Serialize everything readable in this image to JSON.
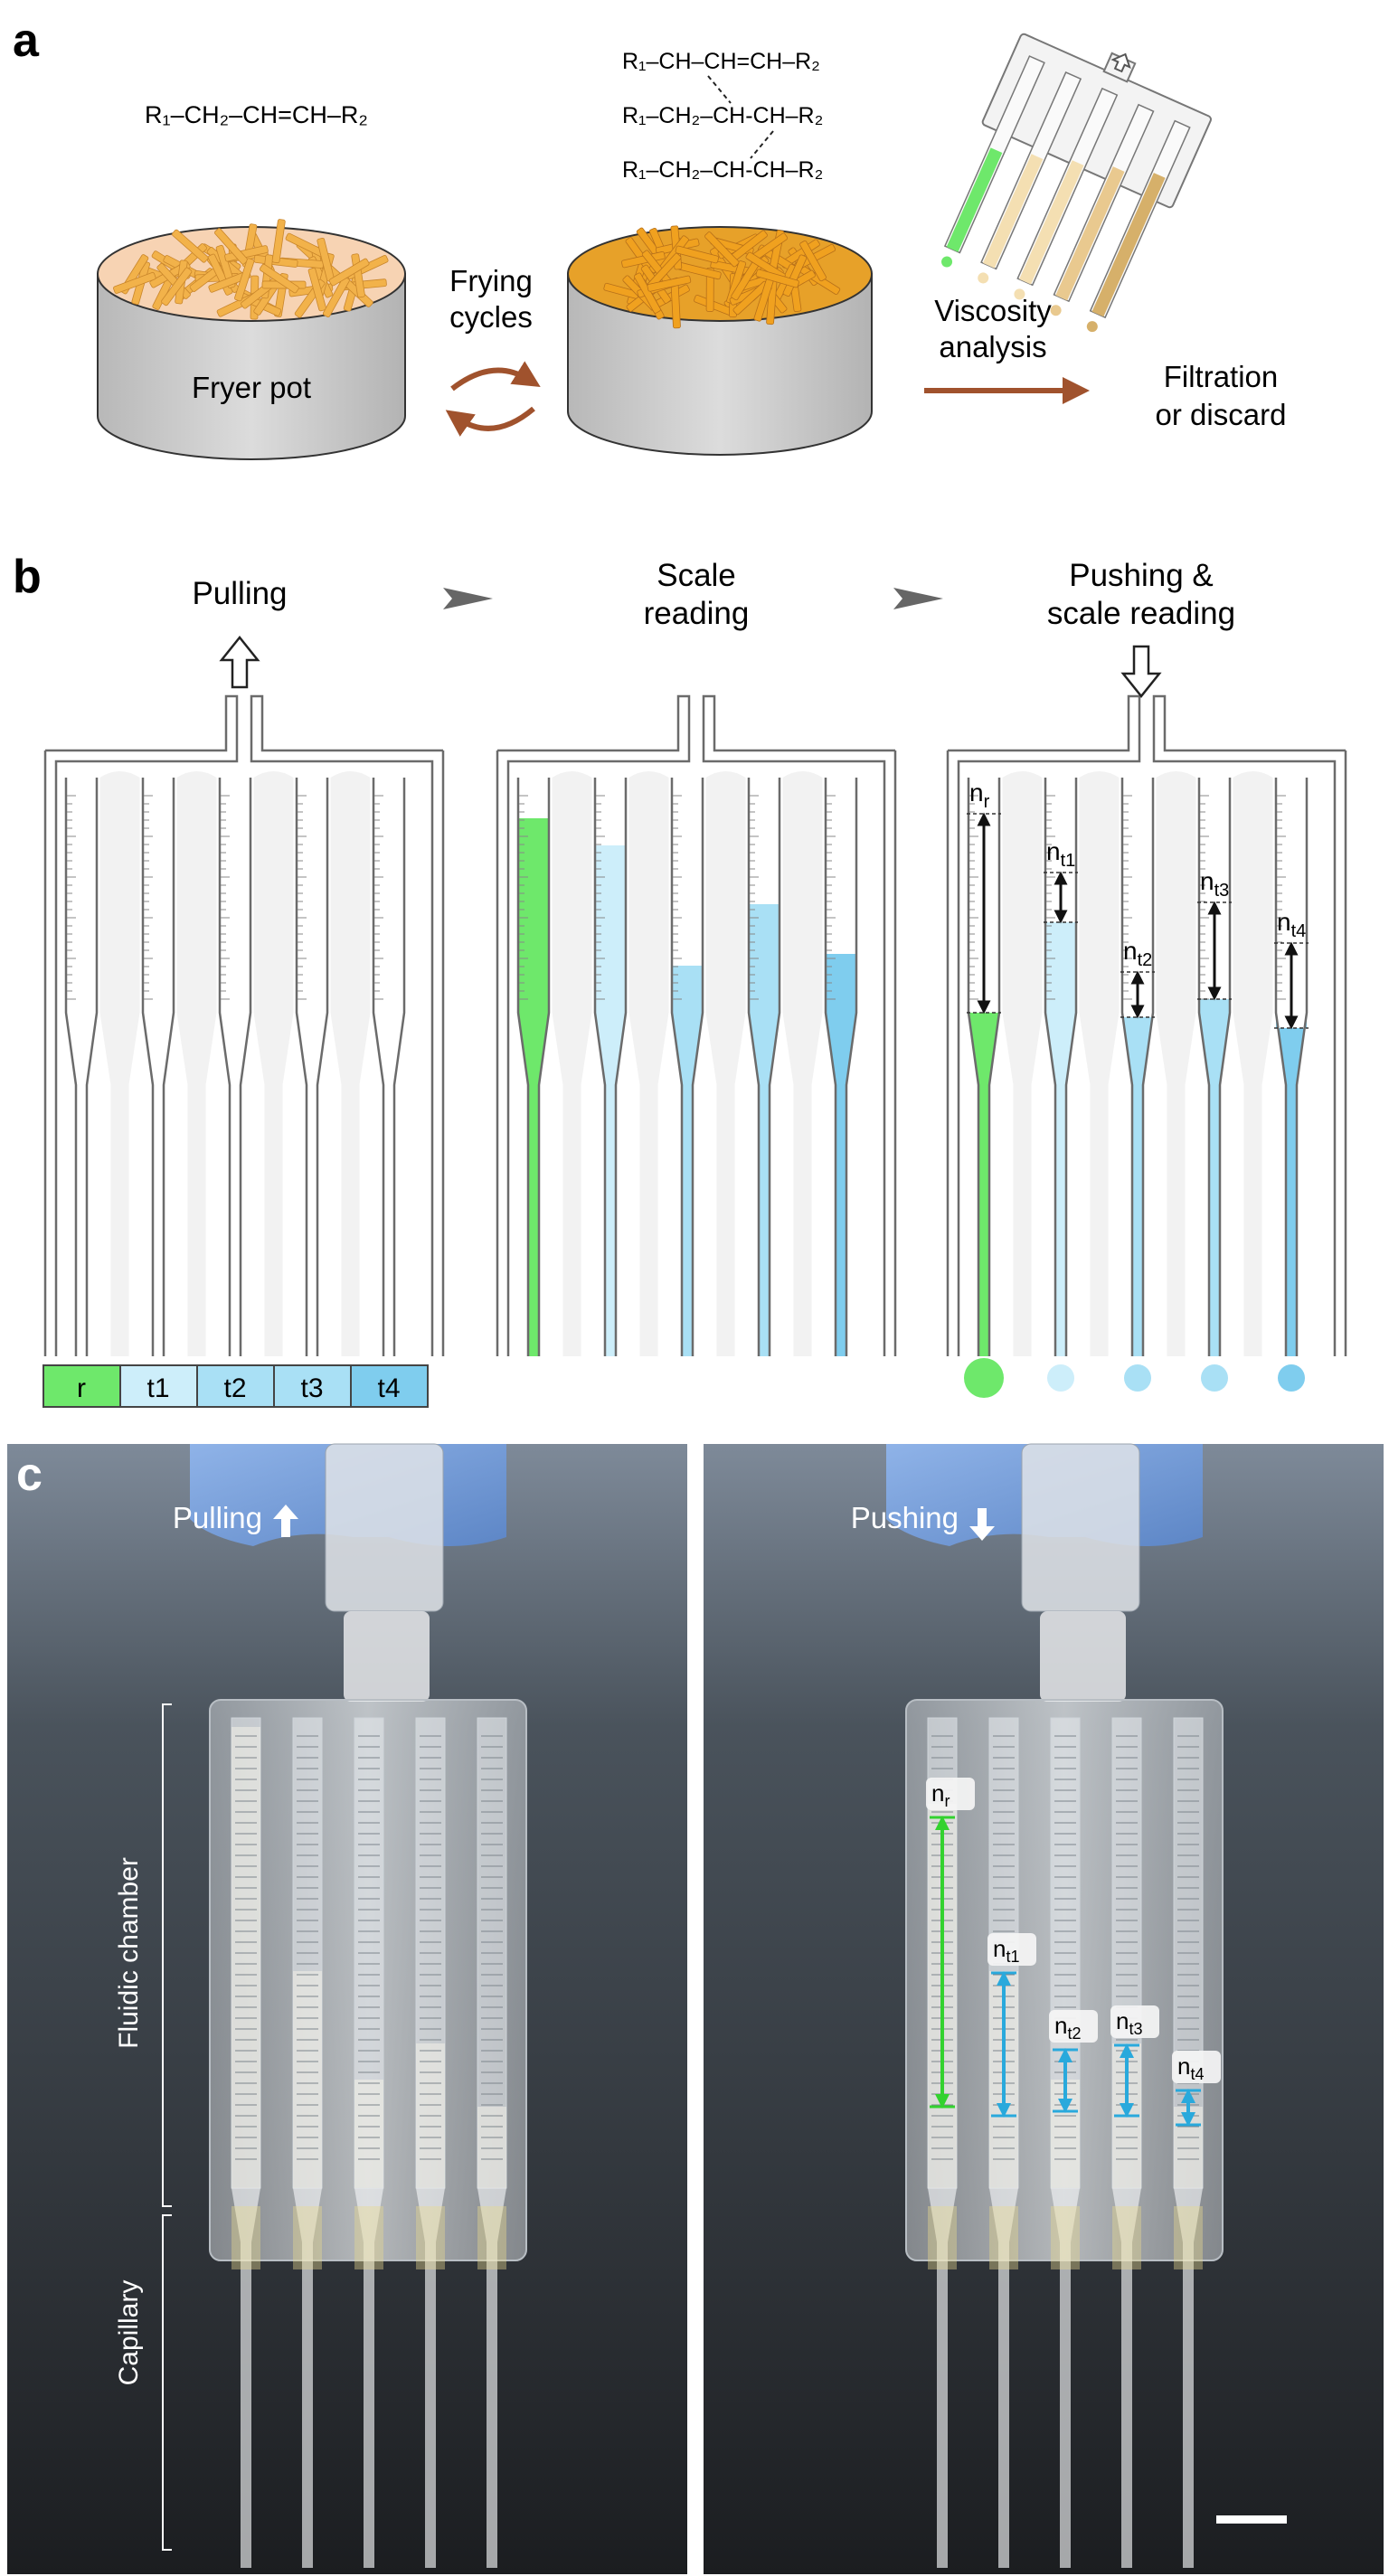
{
  "panel_a": {
    "letter": "a",
    "formula_single": "R₁–CH₂–CH=CH–R₂",
    "formula_stack": [
      "R₁–CH–CH=CH–R₂",
      "R₁–CH₂–CH-CH–R₂",
      "R₁–CH₂–CH-CH–R₂"
    ],
    "pot_label": "Fryer pot",
    "cycle_label_1": "Frying",
    "cycle_label_2": "cycles",
    "viscosity_label_1": "Viscosity",
    "viscosity_label_2": "analysis",
    "outcome_label_1": "Filtration",
    "outcome_label_2": "or discard"
  },
  "panel_b": {
    "letter": "b",
    "step1": "Pulling",
    "step2_line1": "Scale",
    "step2_line2": "reading",
    "step3_line1": "Pushing &",
    "step3_line2": "scale reading",
    "wells": [
      "r",
      "t1",
      "t2",
      "t3",
      "t4"
    ],
    "measure_labels": [
      {
        "base": "n",
        "sub": "r"
      },
      {
        "base": "n",
        "sub": "t1"
      },
      {
        "base": "n",
        "sub": "t2"
      },
      {
        "base": "n",
        "sub": "t3"
      },
      {
        "base": "n",
        "sub": "t4"
      }
    ],
    "colors": {
      "reference": "#6ee86b",
      "sample_light": "#cdeefa",
      "sample_mid": "#a9e0f5",
      "sample_dark": "#7fcdee",
      "outline": "#6b6b6b"
    }
  },
  "panel_c": {
    "letter": "c",
    "pull_label": "Pulling",
    "push_label": "Pushing",
    "chamber_label": "Fluidic chamber",
    "capillary_label": "Capillary",
    "measure_labels": [
      {
        "base": "n",
        "sub": "r"
      },
      {
        "base": "n",
        "sub": "t1"
      },
      {
        "base": "n",
        "sub": "t2"
      },
      {
        "base": "n",
        "sub": "t3"
      },
      {
        "base": "n",
        "sub": "t4"
      }
    ]
  }
}
